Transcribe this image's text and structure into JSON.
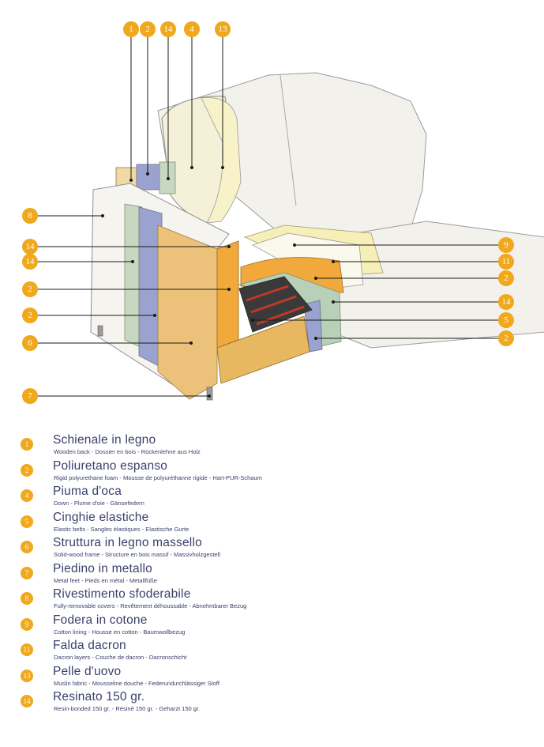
{
  "callouts": {
    "top": [
      "1",
      "2",
      "14",
      "4",
      "13"
    ],
    "left": [
      "8",
      "14",
      "14",
      "2",
      "2",
      "6",
      "7"
    ],
    "right": [
      "9",
      "11",
      "2",
      "14",
      "5",
      "2"
    ]
  },
  "legend": [
    {
      "num": "1",
      "title": "Schienale in legno",
      "subtitle": "Wooden back - Dossier en bois - Rückenlehne aus Holz"
    },
    {
      "num": "2",
      "title": "Poliuretano espanso",
      "subtitle": "Rigid polyurethane foam - Mousse de polyuréthanne rigide - Hart-PUR-Schaum"
    },
    {
      "num": "4",
      "title": "Piuma d'oca",
      "subtitle": "Down - Plume d'oie - Gänsefedern"
    },
    {
      "num": "5",
      "title": "Cinghie elastiche",
      "subtitle": "Elastic belts - Sangles élastiques - Elastische Gurte"
    },
    {
      "num": "6",
      "title": "Struttura in legno massello",
      "subtitle": "Solid-wood frame - Structure en bois massif - Massivholzgestell"
    },
    {
      "num": "7",
      "title": "Piedino in metallo",
      "subtitle": "Metal feet - Pieds en métal - Metallfüße"
    },
    {
      "num": "8",
      "title": "Rivestimento sfoderabile",
      "subtitle": "Fully-removable covers - Revêtement déhoussable - Abnehmbarer Bezug"
    },
    {
      "num": "9",
      "title": "Fodera in cotone",
      "subtitle": "Cotton lining - Housse en cotton - Baumwollbezug"
    },
    {
      "num": "11",
      "title": "Falda dacron",
      "subtitle": "Dacron layers - Couche de dacron - Dacronschicht"
    },
    {
      "num": "13",
      "title": "Pelle d'uovo",
      "subtitle": "Muslin fabric - Mousseline douche - Federundurchlässiger Stoff"
    },
    {
      "num": "14",
      "title": "Resinato 150 gr.",
      "subtitle": "Resin-bonded 150 gr. - Résiné 150 gr. - Geharzt 150 gr."
    }
  ],
  "colors": {
    "badge": "#f0a81c",
    "text": "#3a3f6b",
    "wood": "#e8b860",
    "foam": "#f0a93a",
    "blue_layer": "#8e96c8",
    "green_layer": "#b8d0b8",
    "cream_layer": "#f4ecb0"
  }
}
